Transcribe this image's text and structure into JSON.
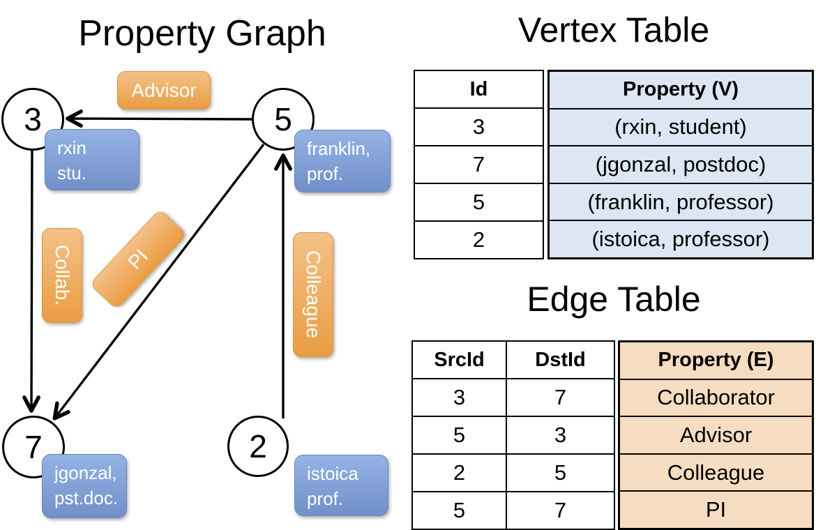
{
  "graph": {
    "title": "Property Graph",
    "nodes": {
      "n3": {
        "id": "3",
        "label_lines": [
          "rxin",
          "stu."
        ]
      },
      "n5": {
        "id": "5",
        "label_lines": [
          "franklin,",
          "prof."
        ]
      },
      "n7": {
        "id": "7",
        "label_lines": [
          "jgonzal,",
          "pst.doc."
        ]
      },
      "n2": {
        "id": "2",
        "label_lines": [
          "istoica",
          "prof."
        ]
      }
    },
    "edge_labels": {
      "advisor": "Advisor",
      "collab": "Collab.",
      "pi": "PI",
      "colleague": "Colleague"
    }
  },
  "vertex_table": {
    "title": "Vertex Table",
    "columns": [
      "Id",
      "Property (V)"
    ],
    "rows": [
      {
        "id": "3",
        "property": "(rxin, student)"
      },
      {
        "id": "7",
        "property": "(jgonzal, postdoc)"
      },
      {
        "id": "5",
        "property": "(franklin, professor)"
      },
      {
        "id": "2",
        "property": "(istoica, professor)"
      }
    ]
  },
  "edge_table": {
    "title": "Edge Table",
    "columns": [
      "SrcId",
      "DstId",
      "Property (E)"
    ],
    "rows": [
      {
        "src": "3",
        "dst": "7",
        "property": "Collaborator"
      },
      {
        "src": "5",
        "dst": "3",
        "property": "Advisor"
      },
      {
        "src": "2",
        "dst": "5",
        "property": "Colleague"
      },
      {
        "src": "5",
        "dst": "7",
        "property": "PI"
      }
    ]
  },
  "colors": {
    "edge_label_fill_top": "#f5c187",
    "edge_label_fill_bottom": "#e99d42",
    "vertex_label_fill_top": "#95b3e3",
    "vertex_label_fill_bottom": "#7190ca",
    "vertex_property_fill": "#dde6f3",
    "edge_property_fill": "#f6ddc1",
    "line_color": "#000000"
  }
}
